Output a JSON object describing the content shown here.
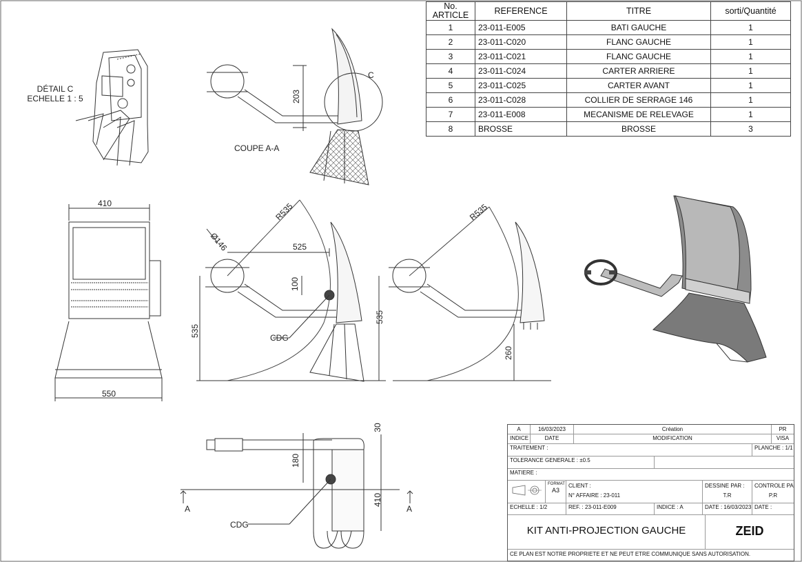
{
  "bom": {
    "headers": [
      "No. ARTICLE",
      "REFERENCE",
      "TITRE",
      "sorti/Quantité"
    ],
    "rows": [
      {
        "no": "1",
        "ref": "23-011-E005",
        "title": "BATI GAUCHE",
        "qty": "1"
      },
      {
        "no": "2",
        "ref": "23-011-C020",
        "title": "FLANC GAUCHE",
        "qty": "1"
      },
      {
        "no": "3",
        "ref": "23-011-C021",
        "title": "FLANC GAUCHE",
        "qty": "1"
      },
      {
        "no": "4",
        "ref": "23-011-C024",
        "title": "CARTER ARRIERE",
        "qty": "1"
      },
      {
        "no": "5",
        "ref": "23-011-C025",
        "title": "CARTER AVANT",
        "qty": "1"
      },
      {
        "no": "6",
        "ref": "23-011-C028",
        "title": "COLLIER DE SERRAGE 146",
        "qty": "1"
      },
      {
        "no": "7",
        "ref": "23-011-E008",
        "title": "MECANISME DE RELEVAGE",
        "qty": "1"
      },
      {
        "no": "8",
        "ref": "BROSSE",
        "title": "BROSSE",
        "qty": "3"
      }
    ]
  },
  "views": {
    "detail_c_line1": "DÉTAIL C",
    "detail_c_line2": "ECHELLE 1 : 5",
    "detail_marker": "C",
    "section_title": "COUPE A-A",
    "section_marker_left": "A",
    "section_marker_right": "A",
    "cdg_label_1": "CDG",
    "cdg_label_2": "CDG"
  },
  "dimensions": {
    "d203": "203",
    "d410_top": "410",
    "d550": "550",
    "d535_left": "535",
    "r535_a": "R535",
    "phi146": "Ø146",
    "d525": "525",
    "d100": "100",
    "d535_mid": "535",
    "r535_b": "R535",
    "d260": "260",
    "d30": "30",
    "d180": "180",
    "d410_plan": "410"
  },
  "title_block": {
    "rev": "A",
    "rev_date": "16/03/2023",
    "rev_desc": "Création",
    "rev_by": "PR",
    "indice_label": "INDICE",
    "date_label": "DATE",
    "modif_label": "MODIFICATION",
    "visa_label": "VISA",
    "traitement_label": "TRAITEMENT :",
    "planche": "PLANCHE : 1/1",
    "tolerance": "TOLERANCE GENERALE : ±0.5",
    "matiere_label": "MATIERE :",
    "format_label": "FORMAT",
    "format_value": "A3",
    "client_label": "CLIENT :",
    "affaire": "N° AFFAIRE : 23-011",
    "dessine_label": "DESSINE PAR :",
    "dessine_value": "T.R",
    "controle_label": "CONTROLE PAR :",
    "controle_value": "P.R",
    "echelle": "ECHELLE : 1/2",
    "reference": "REF. : 23-011-E009",
    "indice": "INDICE : A",
    "date": "DATE : 16/03/2023",
    "date2": "DATE :",
    "title": "KIT ANTI-PROJECTION GAUCHE",
    "company": "ZEID",
    "notice": "CE PLAN EST NOTRE PROPRIETE ET NE PEUT ETRE COMMUNIQUE SANS AUTORISATION."
  }
}
